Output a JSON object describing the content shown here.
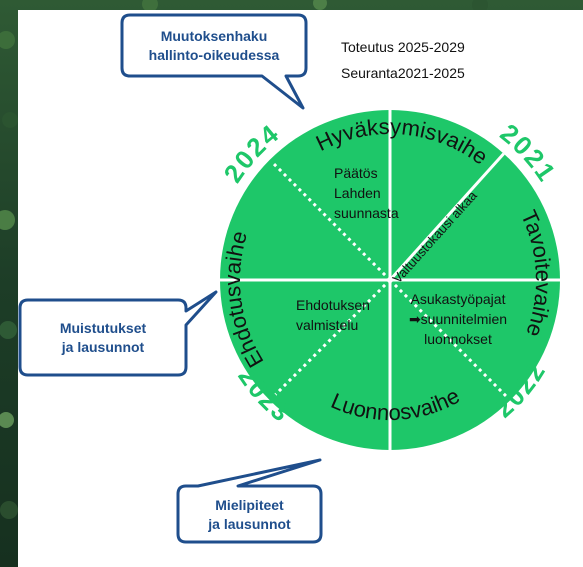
{
  "header": {
    "implementation": "Toteutus 2025-2029",
    "monitoring": "Seuranta2021-2025"
  },
  "wheel": {
    "fill_color": "#1ec769",
    "text_color": "#111111",
    "year_color": "#1ec769",
    "phases": {
      "approval": "Hyväksymisvaihe",
      "goals": "Tavoitevaihe",
      "draft": "Luonnosvaihe",
      "proposal": "Ehdotusvaihe"
    },
    "years": {
      "top_right": "2021",
      "bottom_right": "2022",
      "bottom_left": "2023",
      "top_left": "2024"
    },
    "inner": {
      "decision": [
        "Päätös",
        "Lahden",
        "suunnasta"
      ],
      "council_term": "Valtuustokausi alkaa",
      "proposal_prep": [
        "Ehdotuksen",
        "valmistelu"
      ],
      "workshops": [
        "Asukastyöpajat",
        "➡suunnitelmien",
        "luonnokset"
      ]
    }
  },
  "callouts": {
    "border_color": "#1f4e8c",
    "appeal": [
      "Muutoksenhaku",
      "hallinto-oikeudessa"
    ],
    "objections": [
      "Muistutukset",
      "ja lausunnot"
    ],
    "opinions": [
      "Mielipiteet",
      "ja lausunnot"
    ]
  }
}
